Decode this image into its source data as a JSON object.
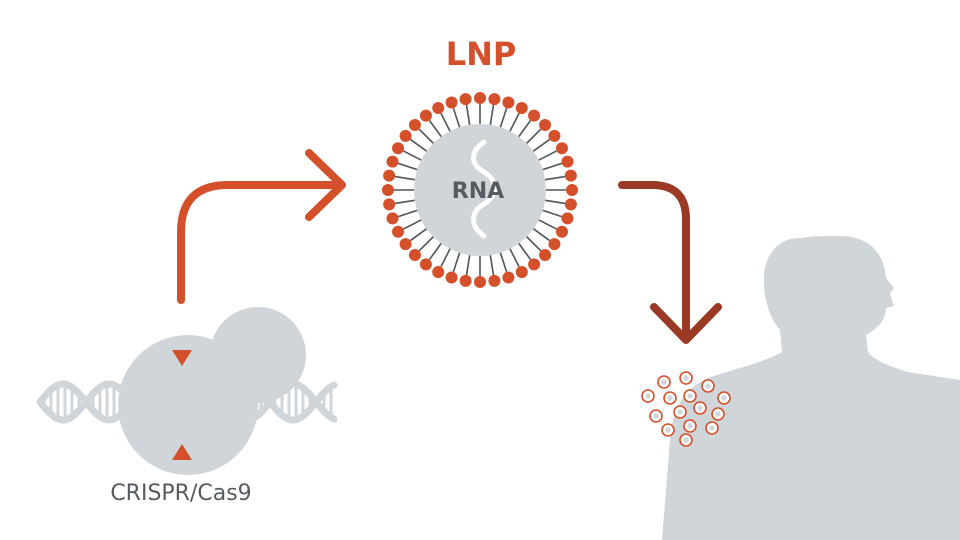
{
  "labels": {
    "lnp": "LNP",
    "rna": "RNA",
    "crispr": "CRISPR/Cas9"
  },
  "colors": {
    "accent": "#d4502a",
    "dark_arrow": "#9a3a24",
    "gray": "#cfd5d8",
    "dark_gray": "#4e5559",
    "text_gray": "#555b60",
    "white": "#ffffff"
  },
  "icons": {
    "nanoparticle": "lipid-nanoparticle-icon",
    "dna": "dna-helix-icon",
    "body": "human-silhouette-icon",
    "cells": "cell-cluster-icon"
  }
}
